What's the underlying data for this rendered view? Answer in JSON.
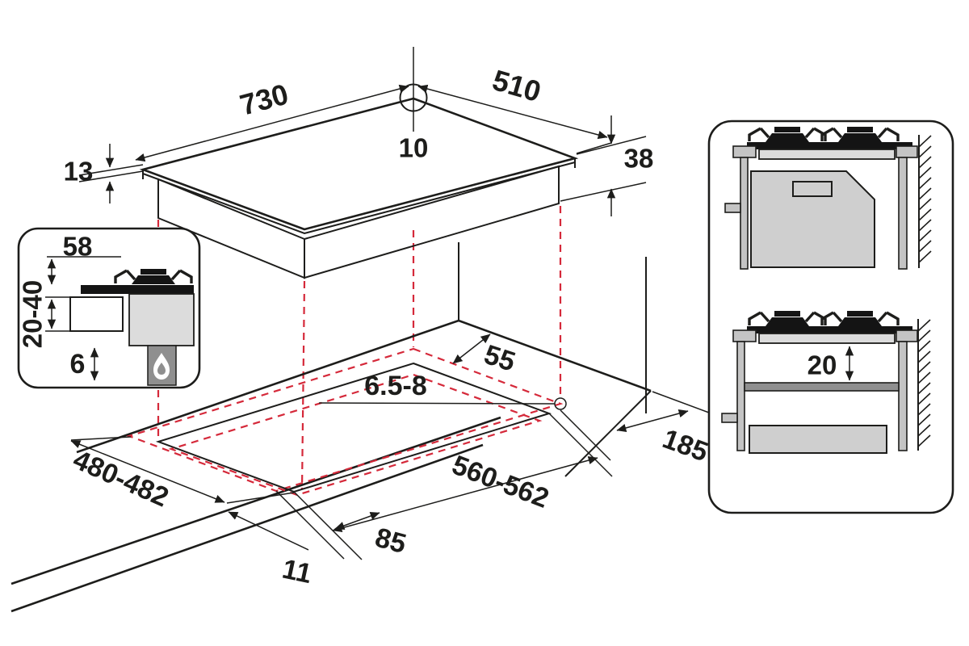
{
  "colors": {
    "line": "#1d1d1b",
    "projection_red": "#d5293a",
    "light_gray": "#dcdcdc",
    "mid_gray": "#cfcfcf",
    "dark_gray": "#8f8f8f"
  },
  "top_view": {
    "width_label": "730",
    "depth_label": "510",
    "hole_label": "10",
    "rim_thickness_label": "13",
    "body_height_label": "38"
  },
  "inset_detail": {
    "burner_height_label": "58",
    "worktop_thickness_label": "20-40",
    "bottom_clearance_label": "6"
  },
  "cutout_view": {
    "back_clearance_label": "55",
    "fixing_hole_label": "6.5-8",
    "cutout_width_label": "480-482",
    "cutout_length_label": "560-562",
    "wall_distance_label": "185",
    "front_overhang_label": "85",
    "front_edge_label": "11"
  },
  "side_view": {
    "shelf_gap_label": "20"
  }
}
